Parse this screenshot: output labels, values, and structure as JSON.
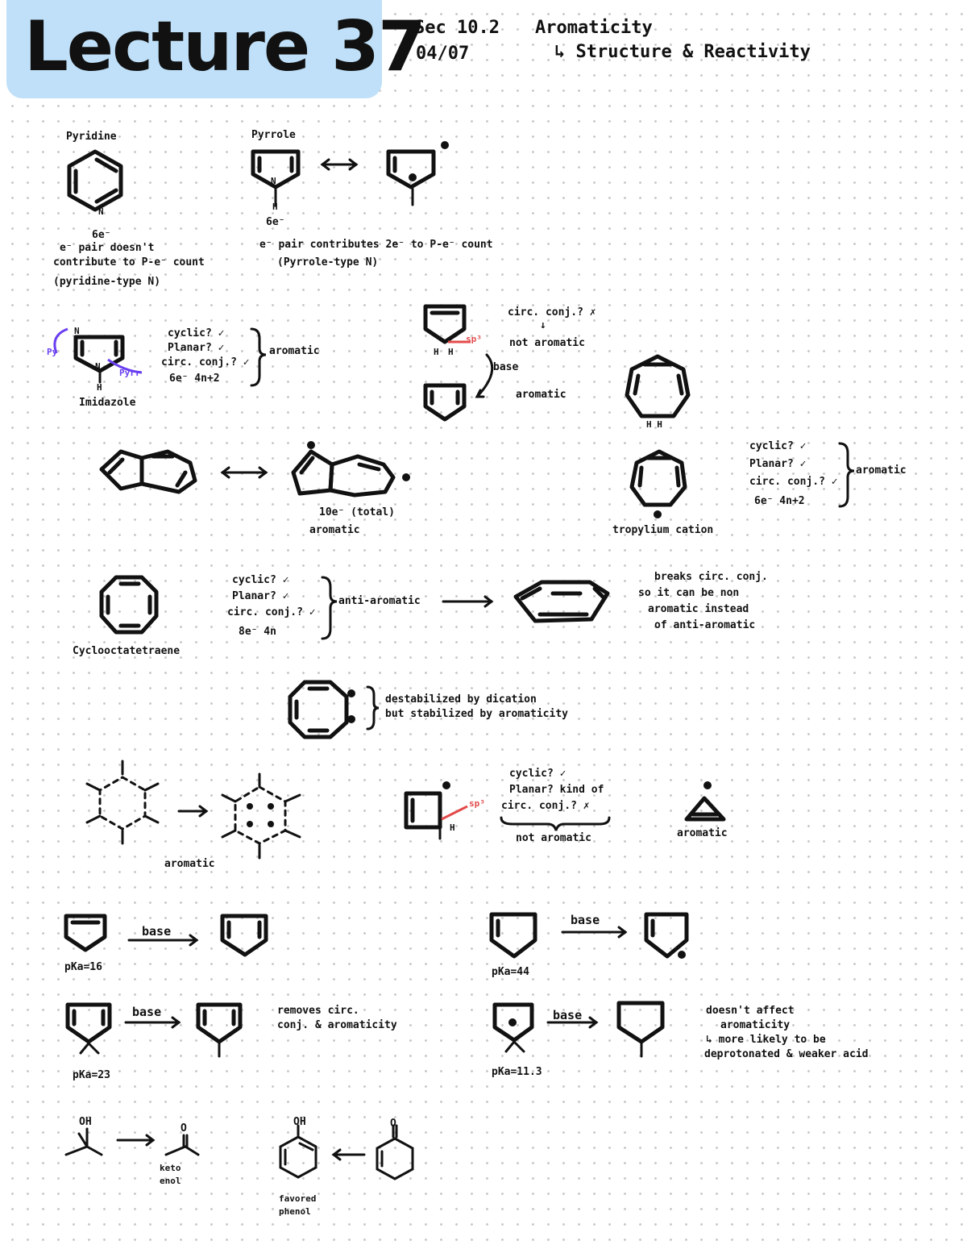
{
  "header": {
    "title": "Lecture 37",
    "section": "Sec 10.2",
    "date": "04/07",
    "topic": "Aromaticity",
    "subtopic": "↳ Structure & Reactivity"
  },
  "row1": {
    "pyridine_name": "Pyridine",
    "pyridine_n": "N",
    "pyridine_count": "6e⁻",
    "pyridine_note1": "e⁻ pair doesn't",
    "pyridine_note2": "contribute to P-e⁻ count",
    "pyridine_note3": "(pyridine-type N)",
    "pyrrole_name": "Pyrrole",
    "pyrrole_n": "N",
    "pyrrole_h": "H",
    "pyrrole_count": "6e⁻",
    "pyrrole_note1": "e⁻ pair contributes 2e⁻ to P-e⁻ count",
    "pyrrole_note2": "(Pyrrole-type N)"
  },
  "row2": {
    "imidazole_name": "Imidazole",
    "imid_n1": "N",
    "imid_n2": "N",
    "imid_h": "H",
    "imid_left": "Py",
    "imid_right": "Pyrr",
    "check_cyclic": "cyclic? ✓",
    "check_planar": "Planar? ✓",
    "check_conj": "circ. conj.? ✓",
    "check_count": "6e⁻ 4n+2",
    "verdict_aromatic": "aromatic",
    "cp_h1": "H",
    "cp_h2": "H",
    "cp_note_conj": "circ. conj.? ✗",
    "cp_arrow": "↓",
    "cp_not_aromatic": "not aromatic",
    "cp_red": "sp³",
    "base": "base",
    "cp_anion_aromatic": "aromatic",
    "cht_h": "H H"
  },
  "row3": {
    "azulene_count": "10e⁻ (total)",
    "azulene_aromatic": "aromatic",
    "tropylium_name": "tropylium cation",
    "t_cyclic": "cyclic? ✓",
    "t_planar": "Planar? ✓",
    "t_conj": "circ. conj.? ✓",
    "t_count": "6e⁻ 4n+2",
    "t_verdict": "aromatic"
  },
  "row4": {
    "cot_name": "Cyclooctatetraene",
    "c_cyclic": "cyclic? ✓",
    "c_planar": "Planar? ✓",
    "c_conj": "circ. conj.? ✓",
    "c_count": "8e⁻ 4n",
    "c_verdict": "anti-aromatic",
    "tub_note1": "breaks circ. conj.",
    "tub_note2": "so it can be non",
    "tub_note3": "aromatic instead",
    "tub_note4": "of anti-aromatic",
    "dianion_note1": "destabilized by dication",
    "dianion_note2": "but stabilized by aromaticity"
  },
  "row5": {
    "benz_aromatic": "aromatic",
    "cb_cyclic": "cyclic? ✓",
    "cb_planar": "Planar? kind of",
    "cb_conj": "circ. conj.? ✗",
    "cb_verdict": "not aromatic",
    "cb_red": "sp³",
    "cb_h": "H",
    "cprop_aromatic": "aromatic"
  },
  "row6": {
    "base1": "base",
    "pka1": "pKa=16",
    "base2": "base",
    "pka2": "pKa=44",
    "base3": "base",
    "pka3": "pKa=23",
    "pyrr_note1": "removes circ.",
    "pyrr_note2": "conj. & aromaticity",
    "base4": "base",
    "pka4": "pKa=11.3",
    "pyrr2_note1": "doesn't affect",
    "pyrr2_note2": "aromaticity",
    "pyrr2_note3": "↳ more likely to be",
    "pyrr2_note4": "deprotonated & weaker acid"
  },
  "row7": {
    "oh1": "OH",
    "o1": "O",
    "keto_label1": "keto",
    "keto_label2": "enol",
    "oh2": "OH",
    "o2": "O",
    "phenol_label1": "favored",
    "phenol_label2": "phenol"
  }
}
